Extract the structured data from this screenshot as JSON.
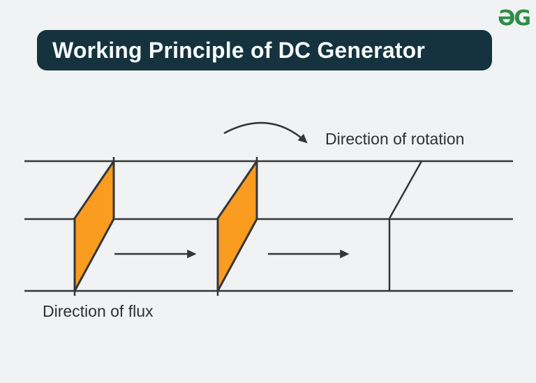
{
  "page": {
    "background": "#f1f2f3"
  },
  "header": {
    "title": "Working Principle of DC Generator",
    "banner_color": "#14333f",
    "title_color": "#f8fafb"
  },
  "logo": {
    "name": "GeeksforGeeks",
    "glyph": "ƏG",
    "color": "#2f8d46"
  },
  "diagram": {
    "labels": {
      "rotation": "Direction of rotation",
      "flux": "Direction of flux"
    },
    "colors": {
      "line": "#333639",
      "coil_fill": "#f99c20",
      "text": "#2e3033"
    },
    "content": {
      "field_lines": 3,
      "armature_coils": 2,
      "flux_arrows": 2,
      "rotation_arrow": 1
    }
  }
}
